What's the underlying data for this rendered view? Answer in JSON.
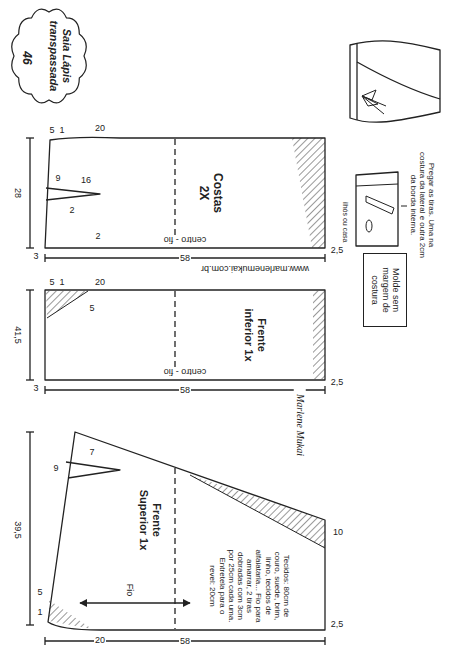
{
  "diagram": {
    "nodes": [
      {
        "text": [
          "Saia Lápis transpassada",
          "46"
        ]
      },
      {
        "text": [
          "Costas 2X"
        ]
      },
      {
        "text": [
          "Frente inferior 1x"
        ]
      },
      {
        "text": [
          "Frente Superior 1x"
        ]
      },
      {
        "text": [
          "Molde sem margem de costura"
        ]
      }
    ],
    "labels": [
      "centro - fio",
      "centro - fio",
      "www.marlenemukai.com.br",
      "Fio",
      "Pregar as tiras. Uma na costura da lateral e outra 2cm da borda interna.",
      "ilhós ou casa",
      "Tecidos: 80cm de couro, suede, brim, linho, tecidos de alfaiataria... Fio para amarrar, 2 tiras dobradas com 3cm por 25cm cada uma. Entretela para o revel: 20cm",
      "Marlene Mukai",
      "20",
      "28",
      "5",
      "1",
      "9",
      "16",
      "2",
      "2",
      "3",
      "58",
      "2,5",
      "41,5",
      "5",
      "1",
      "20",
      "5",
      "3",
      "58",
      "2,5",
      "39,5",
      "7",
      "9",
      "5",
      "1",
      "20",
      "10",
      "58",
      "2,5"
    ]
  }
}
